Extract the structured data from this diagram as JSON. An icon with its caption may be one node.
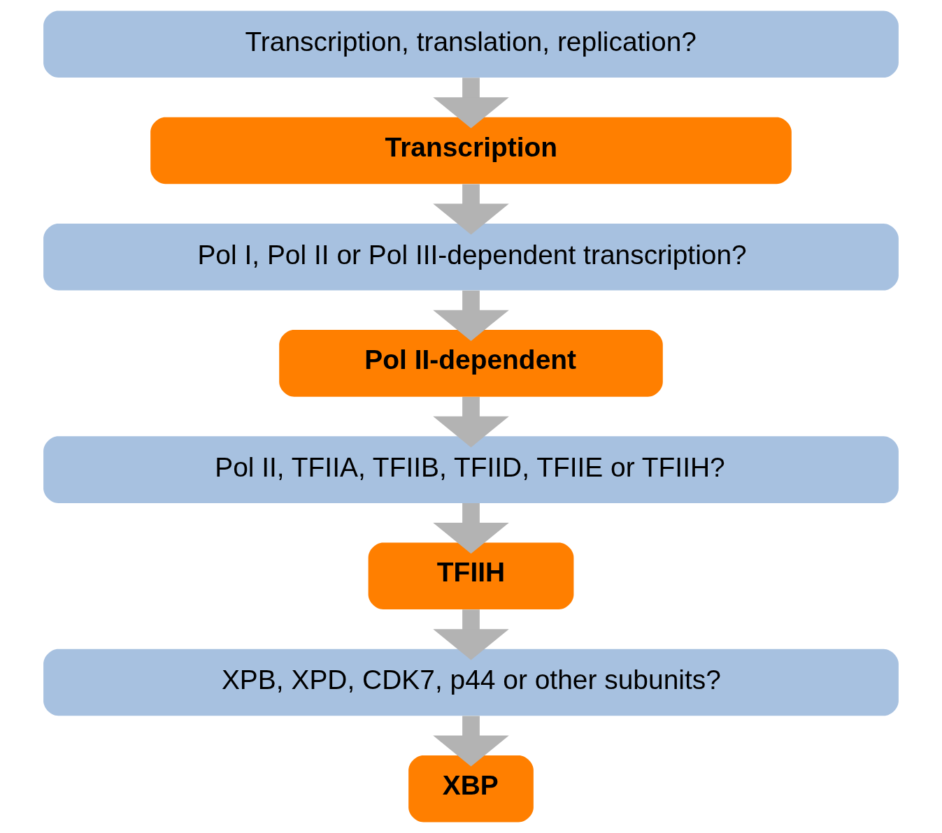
{
  "diagram": {
    "nodes": [
      {
        "text": [
          "Transcription, translation, replication?"
        ]
      },
      {
        "text": [
          "Transcription"
        ]
      },
      {
        "text": [
          "Pol I, Pol II or Pol III-dependent transcription?"
        ]
      },
      {
        "text": [
          "Pol II-dependent"
        ]
      },
      {
        "text": [
          "Pol II, TFIIA, TFIIB, TFIID, TFIIE or TFIIH?"
        ]
      },
      {
        "text": [
          "TFIIH"
        ]
      },
      {
        "text": [
          "XPB, XPD, CDK7, p44 or other subunits?"
        ]
      },
      {
        "text": [
          "XBP"
        ]
      }
    ],
    "edges": [
      {
        "from": 0,
        "to": 1,
        "arrow": "to"
      },
      {
        "from": 1,
        "to": 2,
        "arrow": "to"
      },
      {
        "from": 2,
        "to": 3,
        "arrow": "to"
      },
      {
        "from": 3,
        "to": 4,
        "arrow": "to"
      },
      {
        "from": 4,
        "to": 5,
        "arrow": "to"
      },
      {
        "from": 5,
        "to": 6,
        "arrow": "to"
      },
      {
        "from": 6,
        "to": 7,
        "arrow": "to"
      }
    ]
  }
}
